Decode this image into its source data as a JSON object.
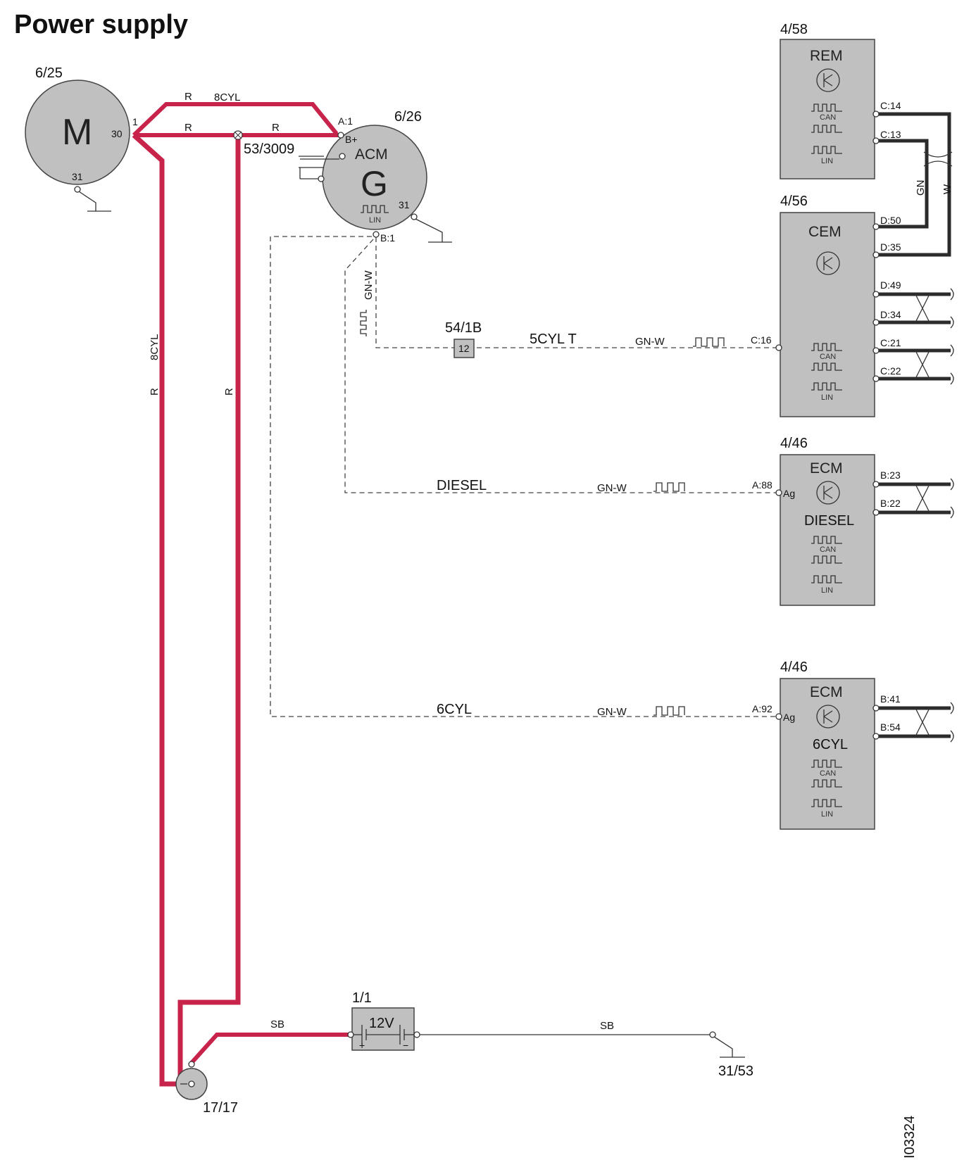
{
  "title": "Power supply",
  "figure_id": "I03324",
  "components": {
    "starter": {
      "ref": "6/25",
      "symbol": "M",
      "pin_b": "30",
      "pin_1": "1",
      "pin_gnd": "31"
    },
    "alternator": {
      "ref": "6/26",
      "name": "ACM",
      "symbol": "G",
      "pin_a1": "A:1",
      "pin_bplus": "B+",
      "pin_b1": "B:1",
      "pin_gnd": "31",
      "bus": "LIN"
    },
    "splice": {
      "ref": "53/3009"
    },
    "connector": {
      "ref": "54/1B",
      "pin": "12"
    },
    "battery": {
      "ref": "1/1",
      "label": "12V",
      "plus": "+",
      "minus": "−"
    },
    "junction": {
      "ref": "17/17"
    },
    "ground": {
      "ref": "31/53"
    },
    "rem": {
      "ref": "4/58",
      "name": "REM",
      "pins": [
        "C:14",
        "C:13"
      ],
      "buses": [
        "CAN",
        "LIN"
      ]
    },
    "cem": {
      "ref": "4/56",
      "name": "CEM",
      "pins": [
        "D:50",
        "D:35",
        "D:49",
        "D:34",
        "C:21",
        "C:22"
      ],
      "in_pin": "C:16",
      "buses": [
        "CAN",
        "LIN"
      ]
    },
    "ecm_diesel": {
      "ref": "4/46",
      "name": "ECM",
      "variant": "DIESEL",
      "in_pin": "A:88",
      "ag": "Ag",
      "pins": [
        "B:23",
        "B:22"
      ],
      "buses": [
        "CAN",
        "LIN"
      ]
    },
    "ecm_6cyl": {
      "ref": "4/46",
      "name": "ECM",
      "variant": "6CYL",
      "in_pin": "A:92",
      "ag": "Ag",
      "pins": [
        "B:41",
        "B:54"
      ],
      "buses": [
        "CAN",
        "LIN"
      ]
    }
  },
  "wires": {
    "r": "R",
    "cyl8": "8CYL",
    "sb": "SB",
    "gnw": "GN-W",
    "gn": "GN",
    "w": "W",
    "cyl5t": "5CYL T",
    "diesel": "DIESEL",
    "cyl6": "6CYL"
  }
}
